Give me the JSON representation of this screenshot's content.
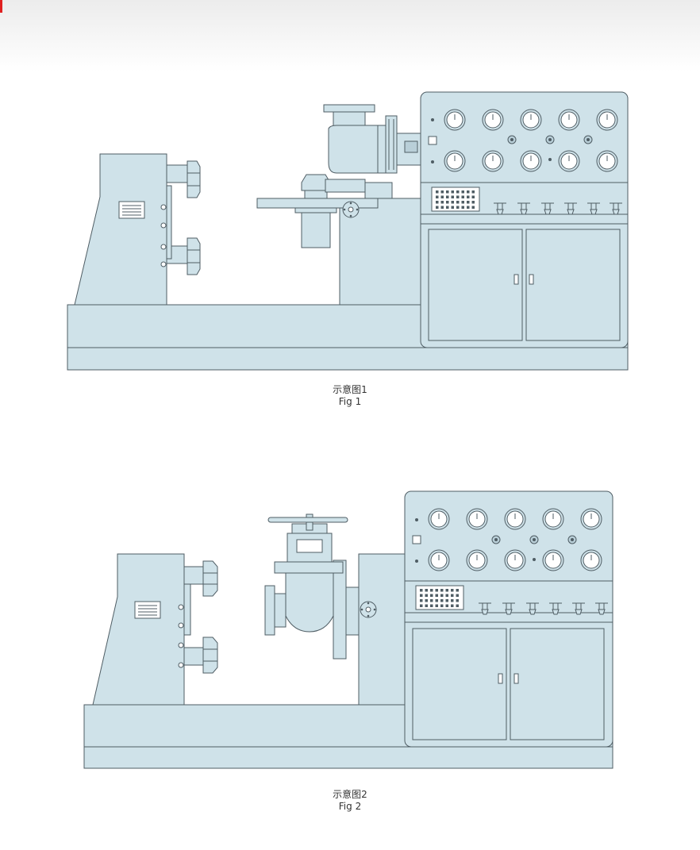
{
  "figures": [
    {
      "caption_cn": "示意图1",
      "caption_en": "Fig 1"
    },
    {
      "caption_cn": "示意图2",
      "caption_en": "Fig 2"
    }
  ],
  "colors": {
    "machine_fill": "#cfe2e9",
    "machine_stroke": "#4f5d64",
    "corner_mark": "#e02020"
  },
  "icons": [
    "pressure-gauge-icon",
    "indicator-light-icon",
    "needle-valve-icon",
    "nameplate-icon",
    "flange-icon",
    "handwheel-icon"
  ]
}
